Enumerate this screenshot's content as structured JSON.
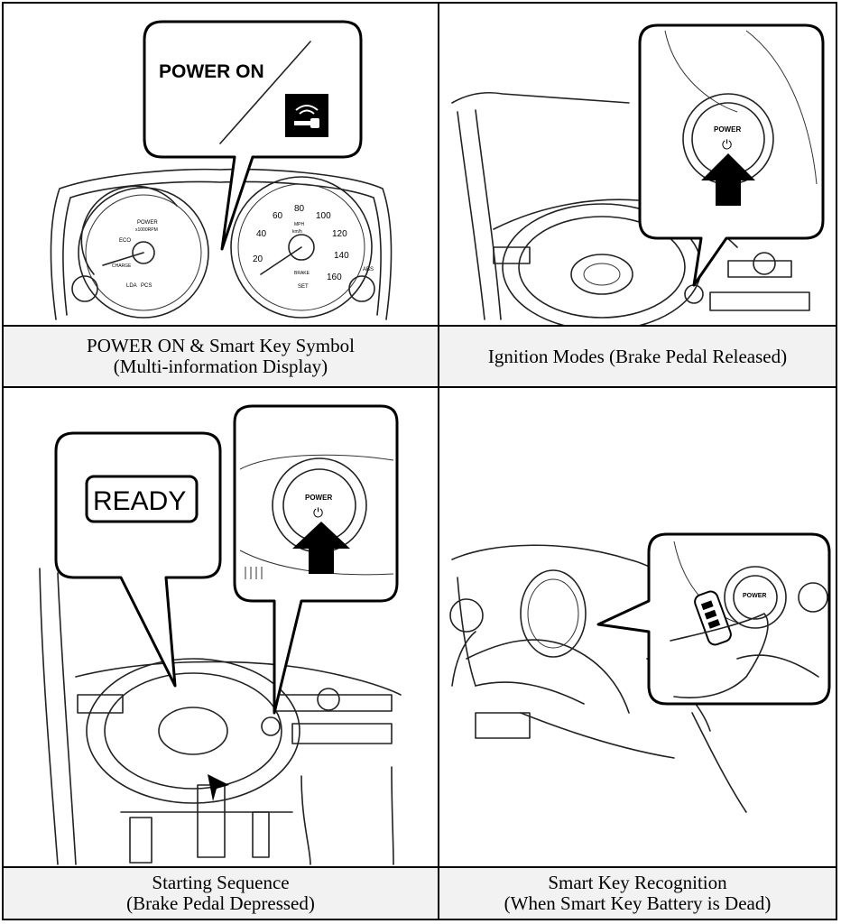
{
  "cells": [
    {
      "caption_line1": "POWER ON & Smart Key Symbol",
      "caption_line2": "(Multi-information Display)",
      "callout_text": "POWER ON",
      "gauge_labels": [
        "POWER",
        "x1000RPM",
        "ECO",
        "CHARGE",
        "LDA",
        "PCS",
        "BRAKE",
        "SET",
        "ABS",
        "MPH",
        "km/h"
      ],
      "speed_ticks": [
        "20",
        "40",
        "60",
        "80",
        "100",
        "120",
        "140",
        "160"
      ]
    },
    {
      "caption_line1": "Ignition Modes (Brake Pedal Released)",
      "button_label": "POWER",
      "power_symbol": "⏻"
    },
    {
      "caption_line1": "Starting Sequence",
      "caption_line2": "(Brake Pedal Depressed)",
      "callout_text": "READY",
      "button_label": "POWER",
      "power_symbol": "⏻"
    },
    {
      "caption_line1": "Smart Key Recognition",
      "caption_line2": "(When Smart Key Battery is Dead)",
      "button_label": "POWER"
    }
  ],
  "icons": {
    "smart_key": "smart-key-symbol-icon",
    "power_button": "power-button-icon",
    "arrow": "press-arrow-icon"
  }
}
